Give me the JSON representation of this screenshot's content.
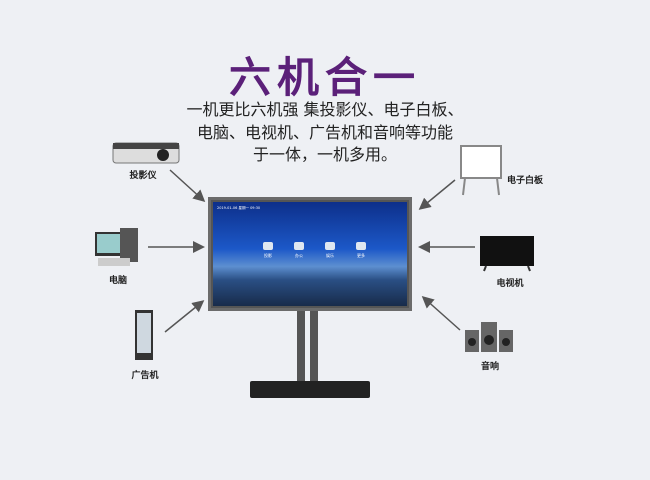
{
  "title": "六机合一",
  "subtitle": [
    "一机更比六机强 集投影仪、电子白板、",
    "电脑、电视机、广告机和音响等功能",
    "于一体，一机多用。"
  ],
  "screen": {
    "clock": "2019-01-06 星期一 09:30",
    "apps": [
      "投影",
      "办公",
      "娱乐",
      "更多"
    ]
  },
  "devices": {
    "projector": "投影仪",
    "computer": "电脑",
    "kiosk": "广告机",
    "whiteboard": "电子白板",
    "tv": "电视机",
    "speaker": "音响"
  },
  "colors": {
    "title": "#5b2079",
    "background": "#eef0f4"
  }
}
